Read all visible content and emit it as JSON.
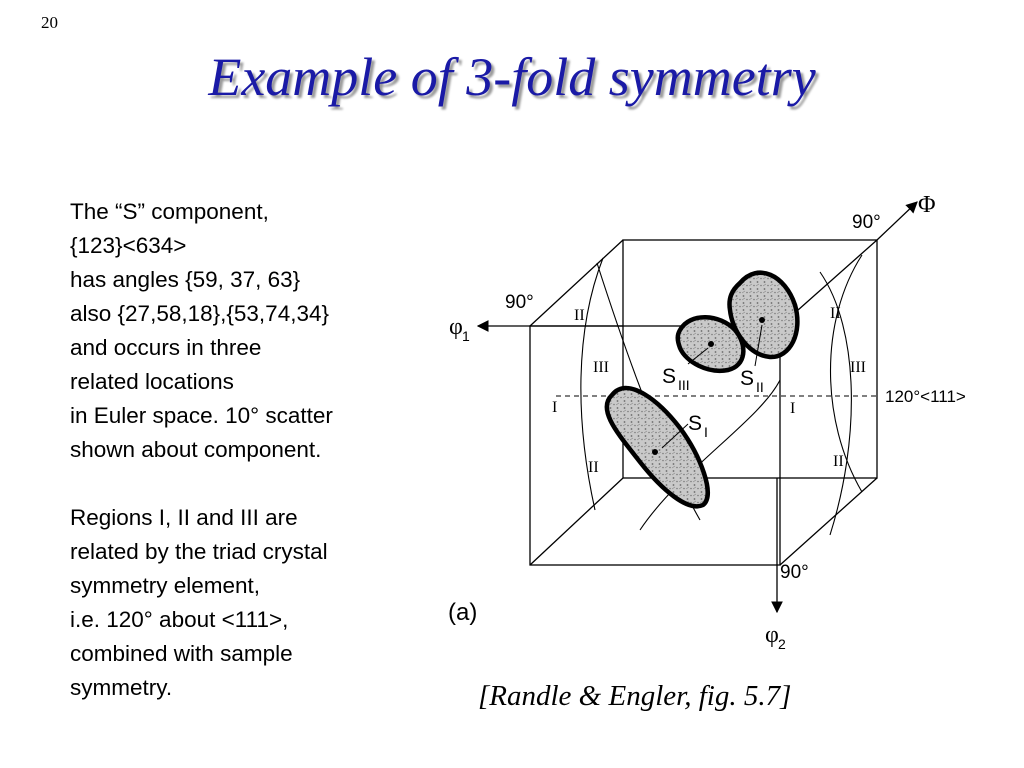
{
  "slide_number": "20",
  "title": "Example of 3-fold symmetry",
  "body": {
    "paragraph1": [
      "The “S” component,",
      "{123}<634>",
      "has angles {59, 37, 63}",
      "also {27,58,18},{53,74,34}",
      "and occurs in three",
      "related locations",
      "in Euler space. 10° scatter",
      "shown about component."
    ],
    "paragraph2": [
      "Regions I, II and III are",
      "related by the triad crystal",
      "symmetry element,",
      "i.e. 120° about <111>,",
      "combined with sample",
      "symmetry."
    ]
  },
  "diagram": {
    "phi_axis_label": "Φ",
    "phi1_axis_label": "φ",
    "phi1_subscript": "1",
    "phi2_axis_label": "φ",
    "phi2_subscript": "2",
    "angle_phi": "90°",
    "angle_phi1": "90°",
    "angle_phi2": "90°",
    "rotation_label": "120°<111>",
    "panel_label": "(a)",
    "component_labels": {
      "s1": "S",
      "s1_sub": "I",
      "s2": "S",
      "s2_sub": "II",
      "s3": "S",
      "s3_sub": "III"
    },
    "region_labels": {
      "left_top": "II",
      "left_mid": "III",
      "left_center": "I",
      "left_bottom": "II",
      "right_top": "II",
      "right_mid": "III",
      "right_center": "I",
      "right_bottom": "II"
    }
  },
  "citation": "[Randle & Engler, fig. 5.7]"
}
